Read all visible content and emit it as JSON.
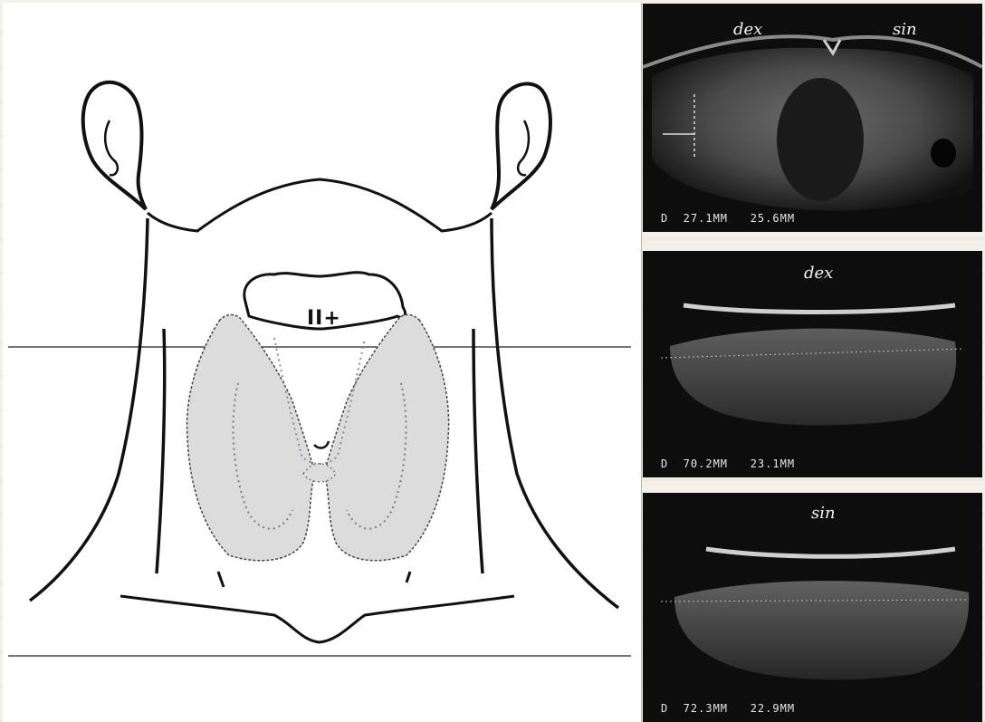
{
  "diagram": {
    "lobe_label": "II+"
  },
  "ultrasound": {
    "panels": [
      {
        "labels": [
          "dex",
          "sin"
        ],
        "measurement": "D  27.1MM   25.6MM"
      },
      {
        "labels": [
          "dex"
        ],
        "measurement": "D  70.2MM   23.1MM"
      },
      {
        "labels": [
          "sin"
        ],
        "measurement": "D  72.3MM   22.9MM"
      }
    ]
  },
  "colors": {
    "thyroid_fill": "#dcdcdc",
    "ink": "#111111",
    "ultrasound_bg": "#0d0d0d"
  }
}
